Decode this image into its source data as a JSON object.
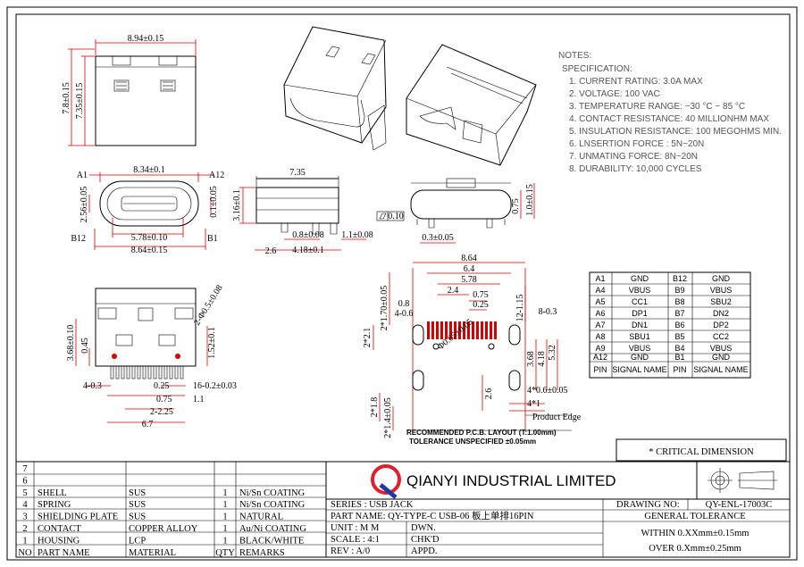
{
  "dims": {
    "top_width": "8.94±0.15",
    "h_outer": "7.8±0.15",
    "h_inner": "7.35±0.15",
    "front_w1": "8.34±0.1",
    "front_w2": "5.78±0.10",
    "front_w3": "8.64±0.15",
    "front_h1": "2.56±0.05",
    "front_h2": "0.1±0.05",
    "pin_a1": "A1",
    "pin_a12": "A12",
    "pin_b12": "B12",
    "pin_b1": "B1",
    "side_len": "7.35",
    "side_h": "3.16±0.1",
    "side_a": "2.6",
    "side_b": "0.8±0.08",
    "side_c": "4.18±0.1",
    "side_d": "1.1±0.08",
    "flat_sym": "0.10",
    "end_a": "0.75",
    "end_b": "1.0±0.15",
    "end_c": "0.3±0.05",
    "bot_h1": "3.68±0.10",
    "bot_h2": "0.45",
    "bot_r": "2-Φ0.5±0.08",
    "bot_h3": "1.52±0.1",
    "bot_a": "4-0.3",
    "bot_b": "0.25",
    "bot_c": "16-0.2±0.03",
    "bot_d": "0.75",
    "bot_e": "1.1",
    "bot_f": "2-2.25",
    "bot_g": "6.7",
    "pcb_864": "8.64",
    "pcb_64": "6.4",
    "pcb_578": "5.78",
    "pcb_24": "2.4",
    "pcb_075": "0.75",
    "pcb_025": "0.25",
    "pcb_08": "0.8",
    "pcb_4_06": "4-0.6",
    "pcb_1": "2*1.70±0.05",
    "pcb_2": "12-1.15",
    "pcb_3": "8-0.3",
    "pcb_21": "2*2.1",
    "pcb_hole": "Φ0.65±0.05",
    "pcb_368": "3.68",
    "pcb_418": "4.18",
    "pcb_532": "5.32",
    "pcb_4x06": "4*0.6±0.05",
    "pcb_4x1": "4*1",
    "pcb_26": "2.6",
    "pcb_28": "2*1.8",
    "pcb_214": "2*1.4±0.05",
    "product_edge": "Product Edge",
    "pcb_caption": "RECOMMENDED    P.C.B. LAYOUT  (T:1.00mm)",
    "tolerance_caption": "TOLERANCE  UNSPECIFIED ±0.05mm"
  },
  "notes": {
    "header": "NOTES:",
    "spec": "SPECIFICATION:",
    "items": [
      "1. CURRENT RATING: 3.0A MAX",
      "2. VOLTAGE: 100 VAC",
      "3. TEMPERATURE RANGE: −30 °C ~ 85 °C",
      "4. CONTACT RESISTANCE: 40 MILLIONHM MAX",
      "5. INSULATION RESISTANCE: 100 MEGOHMS MIN.",
      "6. LNSERTION  FORCE : 5N~20N",
      "7. UNMATING  FORCE: 8N~20N",
      "8. DURABILITY:   10,000  CYCLES"
    ]
  },
  "pin_table": {
    "rows": [
      [
        "A1",
        "GND",
        "B12",
        "GND"
      ],
      [
        "A4",
        "VBUS",
        "B9",
        "VBUS"
      ],
      [
        "A5",
        "CC1",
        "B8",
        "SBU2"
      ],
      [
        "A6",
        "DP1",
        "B7",
        "DN2"
      ],
      [
        "A7",
        "DN1",
        "B6",
        "DP2"
      ],
      [
        "A8",
        "SBU1",
        "B5",
        "CC2"
      ],
      [
        "A9",
        "VBUS",
        "B4",
        "VBUS"
      ],
      [
        "A12",
        "GND",
        "B1",
        "GND"
      ]
    ],
    "header": [
      "PIN",
      "SIGNAL NAME",
      "PIN",
      "SIGNAL NAME"
    ]
  },
  "critical": "* CRITICAL  DIMENSION",
  "company": "QIANYI INDUSTRIAL LIMITED",
  "bom": {
    "row_nums": [
      "7",
      "6",
      "5",
      "4",
      "3",
      "2",
      "1",
      "NO"
    ],
    "parts": [
      "",
      "",
      "SHELL",
      "SPRING",
      "SHIELDING PLATE",
      "CONTACT",
      "HOUSING",
      "PART NAME"
    ],
    "materials": [
      "",
      "",
      "SUS",
      "SUS",
      "SUS",
      "COPPER ALLOY",
      "LCP",
      "MATERIAL"
    ],
    "qty": [
      "",
      "",
      "1",
      "1",
      "1",
      "1",
      "1",
      "QTY"
    ],
    "remarks": [
      "",
      "",
      "Ni/Sn COATING",
      "Ni/Sn COATING",
      "NATURAL",
      "Au/Ni COATING",
      "BLACK/WHITE",
      "REMARKS"
    ]
  },
  "title_block": {
    "series": "SERIES : USB JACK",
    "part_name": "PART NAME: QY-TYPE-C USB-06  板上单排16PIN",
    "unit": "UNIT : M M",
    "dwn": "DWN.",
    "scale": "SCALE : 4:1",
    "chkd": "CHK'D",
    "rev": "REV  : A/0",
    "appd": "APPD.",
    "drawing_no_label": "DRAWING NO:",
    "drawing_no": "QY-ENL-17003C",
    "general_tol": "GENERAL TOLERANCE",
    "tol1": "WITHIN  0.XXmm±0.15mm",
    "tol2": "OVER   0.Xmm±0.25mm"
  },
  "colors": {
    "dimension": "#d40000",
    "outline": "#000000",
    "logo_red": "#e0202a",
    "logo_blue": "#1a3aa0"
  }
}
